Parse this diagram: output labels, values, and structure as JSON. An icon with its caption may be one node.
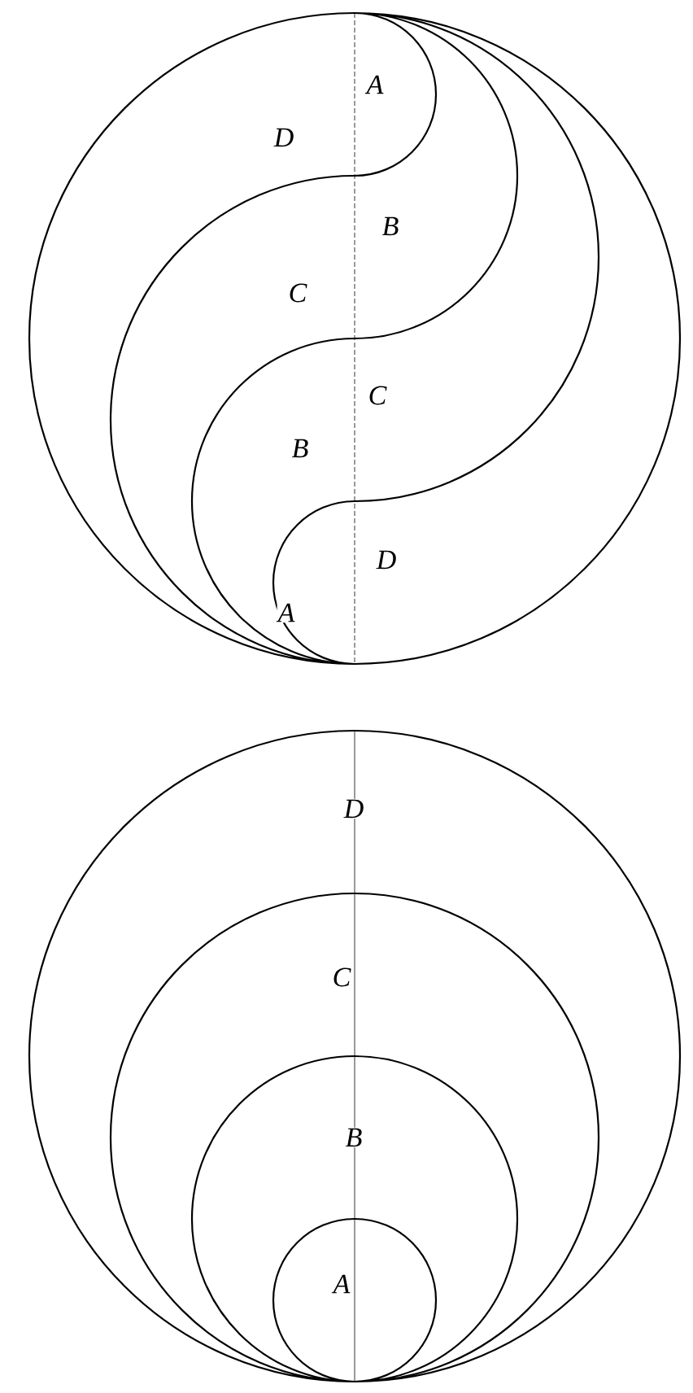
{
  "diagram": {
    "labels": [
      "A",
      "D",
      "B",
      "C",
      "C",
      "B",
      "D",
      "A",
      "D",
      "C",
      "B",
      "A"
    ]
  }
}
